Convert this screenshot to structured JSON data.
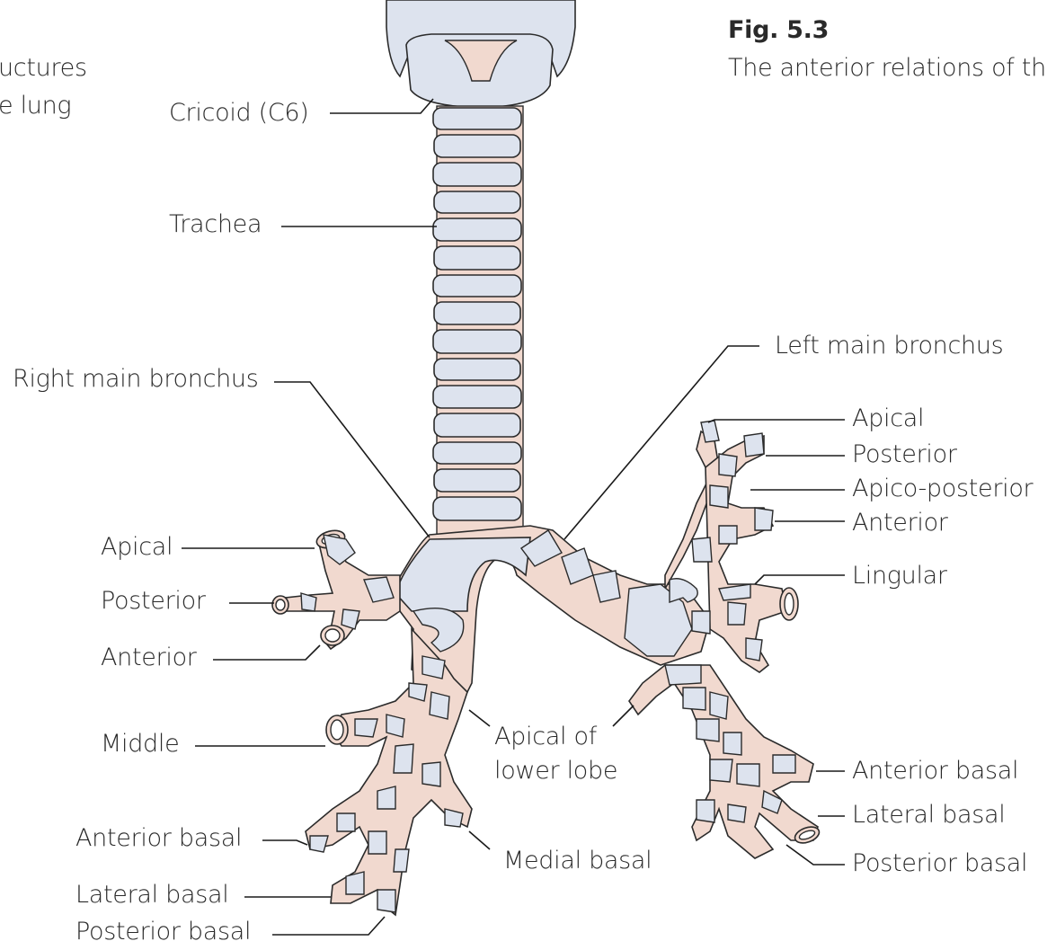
{
  "figure": {
    "number": "Fig. 5.3",
    "caption": "The anterior relations of th",
    "side_caption_line1": "uctures",
    "side_caption_line2": "e lung"
  },
  "labels": {
    "cricoid": "Cricoid (C6)",
    "trachea": "Trachea",
    "right_main_bronchus": "Right main bronchus",
    "left_main_bronchus": "Left main bronchus",
    "right": {
      "apical": "Apical",
      "posterior": "Posterior",
      "anterior": "Anterior",
      "middle": "Middle",
      "anterior_basal": "Anterior basal",
      "lateral_basal": "Lateral basal",
      "posterior_basal": "Posterior basal",
      "medial_basal": "Medial basal"
    },
    "apical_of_lower_lobe_line1": "Apical of",
    "apical_of_lower_lobe_line2": "lower lobe",
    "left": {
      "apical": "Apical",
      "posterior": "Posterior",
      "apico_posterior": "Apico-posterior",
      "anterior": "Anterior",
      "lingular": "Lingular",
      "anterior_basal": "Anterior basal",
      "lateral_basal": "Lateral basal",
      "posterior_basal": "Posterior basal"
    }
  },
  "colors": {
    "cartilage": "#dde3ee",
    "membrane": "#f1d9cf",
    "outline": "#2b2b2b",
    "text": "#2a2a2a"
  }
}
